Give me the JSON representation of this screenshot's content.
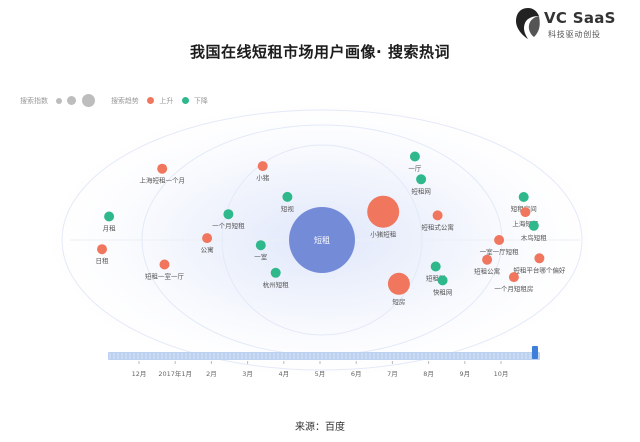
{
  "brand": {
    "name": "VC SaaS",
    "slogan": "科技驱动创投",
    "colors": {
      "text": "#333333"
    }
  },
  "title": "我国在线短租市场用户画像· 搜索热词",
  "legend": {
    "size_label": "搜索指数",
    "trend_label": "搜索趋势",
    "up_label": "上升",
    "down_label": "下降"
  },
  "colors": {
    "up": "#f0765e",
    "down": "#2fb88c",
    "center": "#6e86d6",
    "slider": "#bcd0f0",
    "handle": "#3d7fd9"
  },
  "watermark": "",
  "timeline": {
    "ticks": [
      "12月",
      "2017年1月",
      "2月",
      "3月",
      "4月",
      "5月",
      "6月",
      "7月",
      "8月",
      "9月",
      "10月"
    ],
    "selected_index": 10
  },
  "source": "来源：百度",
  "chart_data": {
    "type": "bubble-wordcloud",
    "center": {
      "label": "短租",
      "relevance": 0,
      "size": 5
    },
    "terms": [
      {
        "label": "上海短租一个月",
        "trend": "up",
        "size": 1,
        "relevance": 0.95,
        "angle": 137
      },
      {
        "label": "小猪",
        "trend": "up",
        "size": 1,
        "relevance": 0.72,
        "angle": 111
      },
      {
        "label": "一厅",
        "trend": "down",
        "size": 1,
        "relevance": 0.86,
        "angle": 62
      },
      {
        "label": "短租网",
        "trend": "down",
        "size": 1,
        "relevance": 0.7,
        "angle": 52
      },
      {
        "label": "短租房间",
        "trend": "down",
        "size": 1,
        "relevance": 0.96,
        "angle": 24
      },
      {
        "label": "上海短租",
        "trend": "up",
        "size": 1,
        "relevance": 0.92,
        "angle": 16
      },
      {
        "label": "短视",
        "trend": "down",
        "size": 1,
        "relevance": 0.42,
        "angle": 111
      },
      {
        "label": "小猪短租",
        "trend": "up",
        "size": 3,
        "relevance": 0.37,
        "angle": 44
      },
      {
        "label": "短租式公寓",
        "trend": "up",
        "size": 1,
        "relevance": 0.55,
        "angle": 24
      },
      {
        "label": "木鸟短租",
        "trend": "down",
        "size": 1,
        "relevance": 0.93,
        "angle": 8
      },
      {
        "label": "月租",
        "trend": "down",
        "size": 1,
        "relevance": 0.95,
        "angle": 167
      },
      {
        "label": "一个月短租",
        "trend": "down",
        "size": 1,
        "relevance": 0.47,
        "angle": 150
      },
      {
        "label": "公寓",
        "trend": "up",
        "size": 1,
        "relevance": 0.5,
        "angle": 178
      },
      {
        "label": "一室",
        "trend": "down",
        "size": 1,
        "relevance": 0.27,
        "angle": 190
      },
      {
        "label": "日租",
        "trend": "up",
        "size": 1,
        "relevance": 0.96,
        "angle": 185
      },
      {
        "label": "一室一厅短租",
        "trend": "up",
        "size": 1,
        "relevance": 0.77,
        "angle": 0
      },
      {
        "label": "短租网",
        "trend": "down",
        "size": 1,
        "relevance": 0.55,
        "angle": 334
      },
      {
        "label": "短租公寓",
        "trend": "up",
        "size": 1,
        "relevance": 0.74,
        "angle": 346
      },
      {
        "label": "短租平台哪个偏好",
        "trend": "up",
        "size": 1,
        "relevance": 0.96,
        "angle": 350
      },
      {
        "label": "短租一室一厅",
        "trend": "up",
        "size": 1,
        "relevance": 0.72,
        "angle": 198
      },
      {
        "label": "杭州短租",
        "trend": "down",
        "size": 1,
        "relevance": 0.36,
        "angle": 236
      },
      {
        "label": "短房",
        "trend": "up",
        "size": 2,
        "relevance": 0.52,
        "angle": 310
      },
      {
        "label": "快租网",
        "trend": "down",
        "size": 1,
        "relevance": 0.64,
        "angle": 325
      },
      {
        "label": "一个月短租房",
        "trend": "up",
        "size": 1,
        "relevance": 0.9,
        "angle": 338
      }
    ]
  }
}
